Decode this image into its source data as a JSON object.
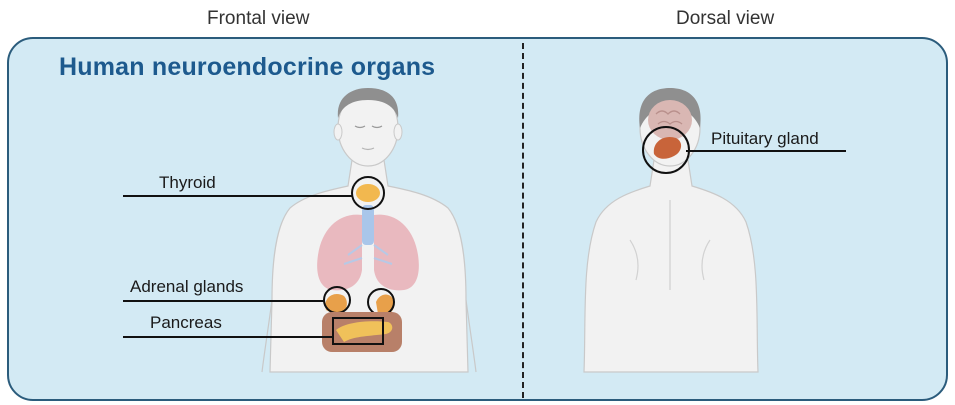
{
  "views": {
    "frontal": "Frontal view",
    "dorsal": "Dorsal view"
  },
  "title": "Human neuroendocrine organs",
  "labels": {
    "thyroid": "Thyroid",
    "adrenal": "Adrenal glands",
    "pancreas": "Pancreas",
    "pituitary": "Pituitary gland"
  },
  "colors": {
    "panel_bg": "#d3eaf4",
    "panel_border": "#2b5c7c",
    "title": "#1d5a8e",
    "skin": "#f2f2f2",
    "hair": "#8f8f8f",
    "lungs": "#e9b9bf",
    "thyroid": "#f2b84f",
    "adrenal": "#e8a04a",
    "pancreas": "#f0c15a",
    "pituitary": "#c8643a"
  },
  "icons": [
    "human-front-figure",
    "human-back-figure",
    "brain-icon"
  ]
}
